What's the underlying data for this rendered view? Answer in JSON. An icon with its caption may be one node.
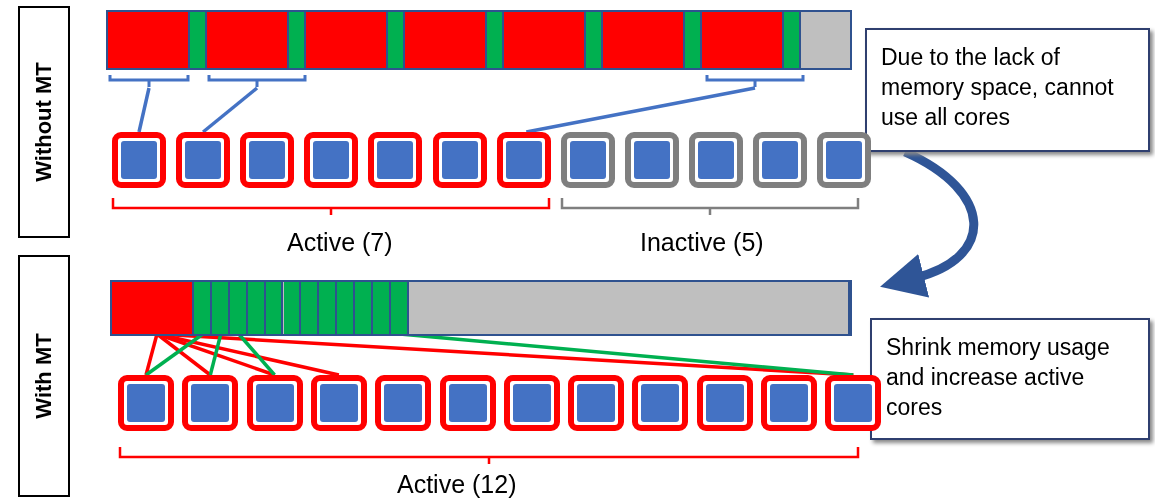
{
  "diagram": {
    "nodes": [
      {
        "text": [
          "Without MT"
        ]
      },
      {
        "text": [
          "With MT"
        ]
      },
      {
        "text": [
          "Due to the lack of memory space, cannot use all cores"
        ]
      },
      {
        "text": [
          "Shrink memory usage and increase active cores"
        ]
      },
      {
        "text": [],
        "shape": "bar"
      },
      {
        "text": [],
        "shape": "bracket"
      },
      {
        "text": [],
        "shape": "bracket"
      },
      {
        "text": [],
        "shape": "bracket"
      },
      {
        "text": [],
        "shape": "box"
      },
      {
        "text": [],
        "shape": "box"
      },
      {
        "text": [],
        "shape": "box"
      },
      {
        "text": [],
        "shape": "box"
      },
      {
        "text": [],
        "shape": "box"
      },
      {
        "text": [],
        "shape": "box"
      },
      {
        "text": [],
        "shape": "box"
      },
      {
        "text": [],
        "shape": "box"
      },
      {
        "text": [],
        "shape": "box"
      },
      {
        "text": [],
        "shape": "box"
      },
      {
        "text": [],
        "shape": "box"
      },
      {
        "text": [],
        "shape": "box"
      },
      {
        "text": [],
        "shape": "bar"
      },
      {
        "text": [],
        "shape": "box",
        "in": 20
      },
      {
        "text": [],
        "shape": "box",
        "in": 20
      },
      {
        "text": [],
        "shape": "box",
        "in": 20
      },
      {
        "text": [],
        "shape": "box",
        "in": 20
      },
      {
        "text": [],
        "shape": "box",
        "in": 20
      },
      {
        "text": [],
        "shape": "box",
        "in": 20
      },
      {
        "text": [],
        "shape": "box",
        "in": 20
      },
      {
        "text": [],
        "shape": "box",
        "in": 20
      },
      {
        "text": [],
        "shape": "box",
        "in": 20
      },
      {
        "text": [],
        "shape": "box",
        "in": 20
      },
      {
        "text": [],
        "shape": "box",
        "in": 20
      },
      {
        "text": [],
        "shape": "box",
        "in": 20
      },
      {
        "text": [],
        "shape": "box",
        "in": 20
      },
      {
        "text": [],
        "shape": "box",
        "in": 20
      },
      {
        "text": [],
        "shape": "box"
      },
      {
        "text": [],
        "shape": "box"
      },
      {
        "text": [],
        "shape": "box"
      },
      {
        "text": [],
        "shape": "box"
      },
      {
        "text": [],
        "shape": "box"
      },
      {
        "text": [],
        "shape": "box"
      },
      {
        "text": [],
        "shape": "box"
      },
      {
        "text": [],
        "shape": "box"
      },
      {
        "text": [],
        "shape": "box"
      },
      {
        "text": [],
        "shape": "box"
      },
      {
        "text": [],
        "shape": "box"
      },
      {
        "text": [],
        "shape": "box"
      }
    ],
    "edges": [
      {
        "from": 5,
        "to": 8,
        "arrow": "none",
        "color": "#4472c4"
      },
      {
        "from": 6,
        "to": 9,
        "arrow": "none",
        "color": "#4472c4"
      },
      {
        "from": 7,
        "to": 14,
        "arrow": "none",
        "color": "#4472c4"
      },
      {
        "from": 21,
        "to": 35,
        "arrow": "none",
        "color": "#ff0000"
      },
      {
        "from": 21,
        "to": 36,
        "arrow": "none",
        "color": "#ff0000"
      },
      {
        "from": 21,
        "to": 37,
        "arrow": "none",
        "color": "#ff0000"
      },
      {
        "from": 21,
        "to": 38,
        "arrow": "none",
        "color": "#ff0000"
      },
      {
        "from": 21,
        "to": 46,
        "arrow": "none",
        "color": "#ff0000"
      },
      {
        "from": 22,
        "to": 35,
        "arrow": "none",
        "color": "#00b050"
      },
      {
        "from": 23,
        "to": 36,
        "arrow": "none",
        "color": "#00b050"
      },
      {
        "from": 24,
        "to": 37,
        "arrow": "none",
        "color": "#00b050"
      },
      {
        "from": 33,
        "to": 46,
        "arrow": "none",
        "color": "#00b050"
      },
      {
        "from": 2,
        "to": 3,
        "arrow": "to",
        "style": "thick",
        "color": "#2f5597"
      }
    ],
    "labels": [
      "Active (7)",
      "Inactive (5)",
      "Active (12)"
    ]
  }
}
